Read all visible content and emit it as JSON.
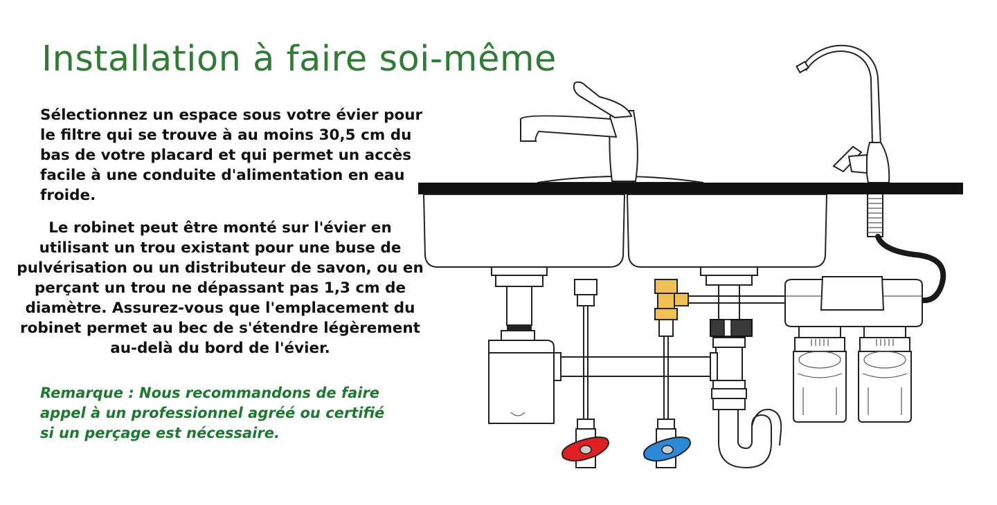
{
  "title": "Installation à faire soi-même",
  "paragraphs": [
    "Sélectionnez un espace sous votre évier pour le filtre qui se trouve à au moins 30,5 cm du bas de votre placard et qui permet un accès facile à une conduite d'alimentation en eau froide.",
    "Le robinet peut être monté sur l'évier en utilisant un trou existant pour une buse de pulvérisation ou un distributeur de savon, ou en perçant un trou ne dépassant pas 1,3 cm de diamètre. Assurez-vous que l'emplacement du robinet permet au bec de s'étendre légèrement au-delà du bord de l'évier."
  ],
  "note": "Remarque : Nous recommandons de faire appel à un professionnel agréé ou certifié si un perçage est nécessaire.",
  "colors": {
    "title": "#2e7d32",
    "note": "#1b7a2e",
    "hot_valve": "#e02020",
    "cold_valve": "#2a8ad8",
    "brass_fitting": "#f0c050",
    "countertop": "#111111"
  }
}
